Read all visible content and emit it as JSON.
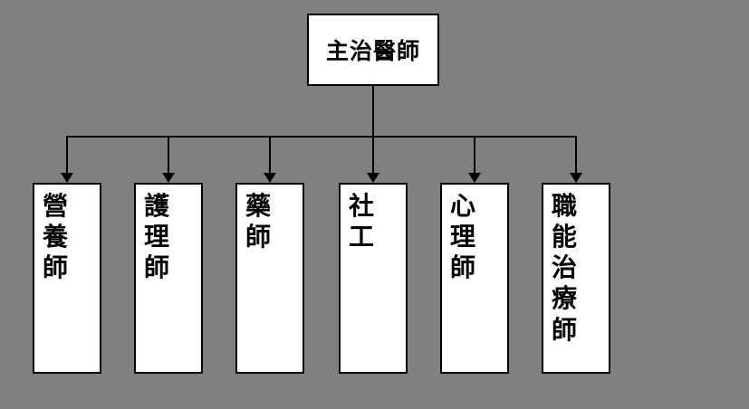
{
  "background_color": "#808080",
  "box_fill_color": "#ffffff",
  "line_color": "#000000",
  "diagram": {
    "type": "org-chart",
    "root": {
      "label": "主治醫師"
    },
    "children": [
      {
        "label": "營養師"
      },
      {
        "label": "護理師"
      },
      {
        "label": "藥師"
      },
      {
        "label": "社工"
      },
      {
        "label": "心理師"
      },
      {
        "label": "職能治療師"
      }
    ]
  }
}
